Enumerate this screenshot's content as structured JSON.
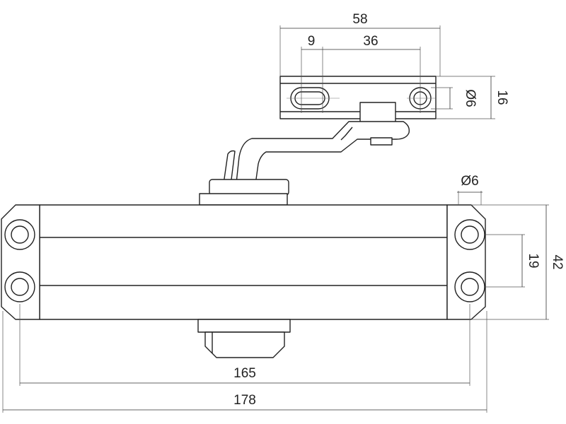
{
  "diagram": {
    "dimensions": {
      "top_bracket_length": "58",
      "top_slot_offset": "9",
      "top_hole_spacing": "36",
      "top_hole_diameter": "Ø6",
      "top_bracket_height": "16",
      "body_hole_diameter": "Ø6",
      "body_hole_spacing": "19",
      "body_height": "42",
      "body_hole_pitch": "165",
      "overall_length": "178"
    },
    "colors": {
      "line": "#222222",
      "background": "#ffffff"
    }
  }
}
